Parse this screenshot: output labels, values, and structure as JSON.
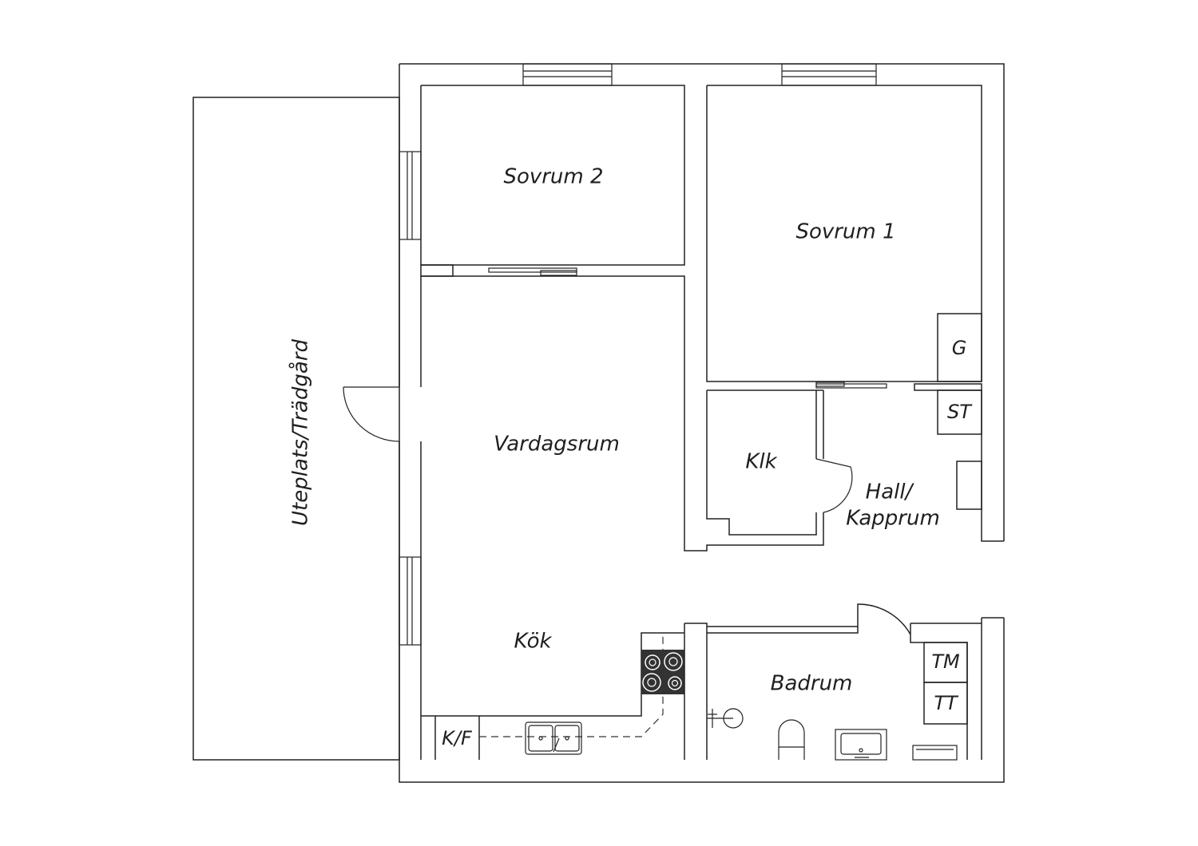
{
  "rooms": {
    "sovrum2": "Sovrum 2",
    "sovrum1": "Sovrum 1",
    "vardagsrum": "Vardagsrum",
    "klk": "Klk",
    "hall_line1": "Hall/",
    "hall_line2": "Kapprum",
    "kok": "Kök",
    "badrum": "Badrum",
    "uteplats": "Uteplats/Trädgård"
  },
  "fixtures": {
    "g": "G",
    "st": "ST",
    "tm": "TM",
    "tt": "TT",
    "kf": "K/F"
  },
  "colors": {
    "line": "#222222",
    "stove": "#333333",
    "background": "#ffffff"
  }
}
